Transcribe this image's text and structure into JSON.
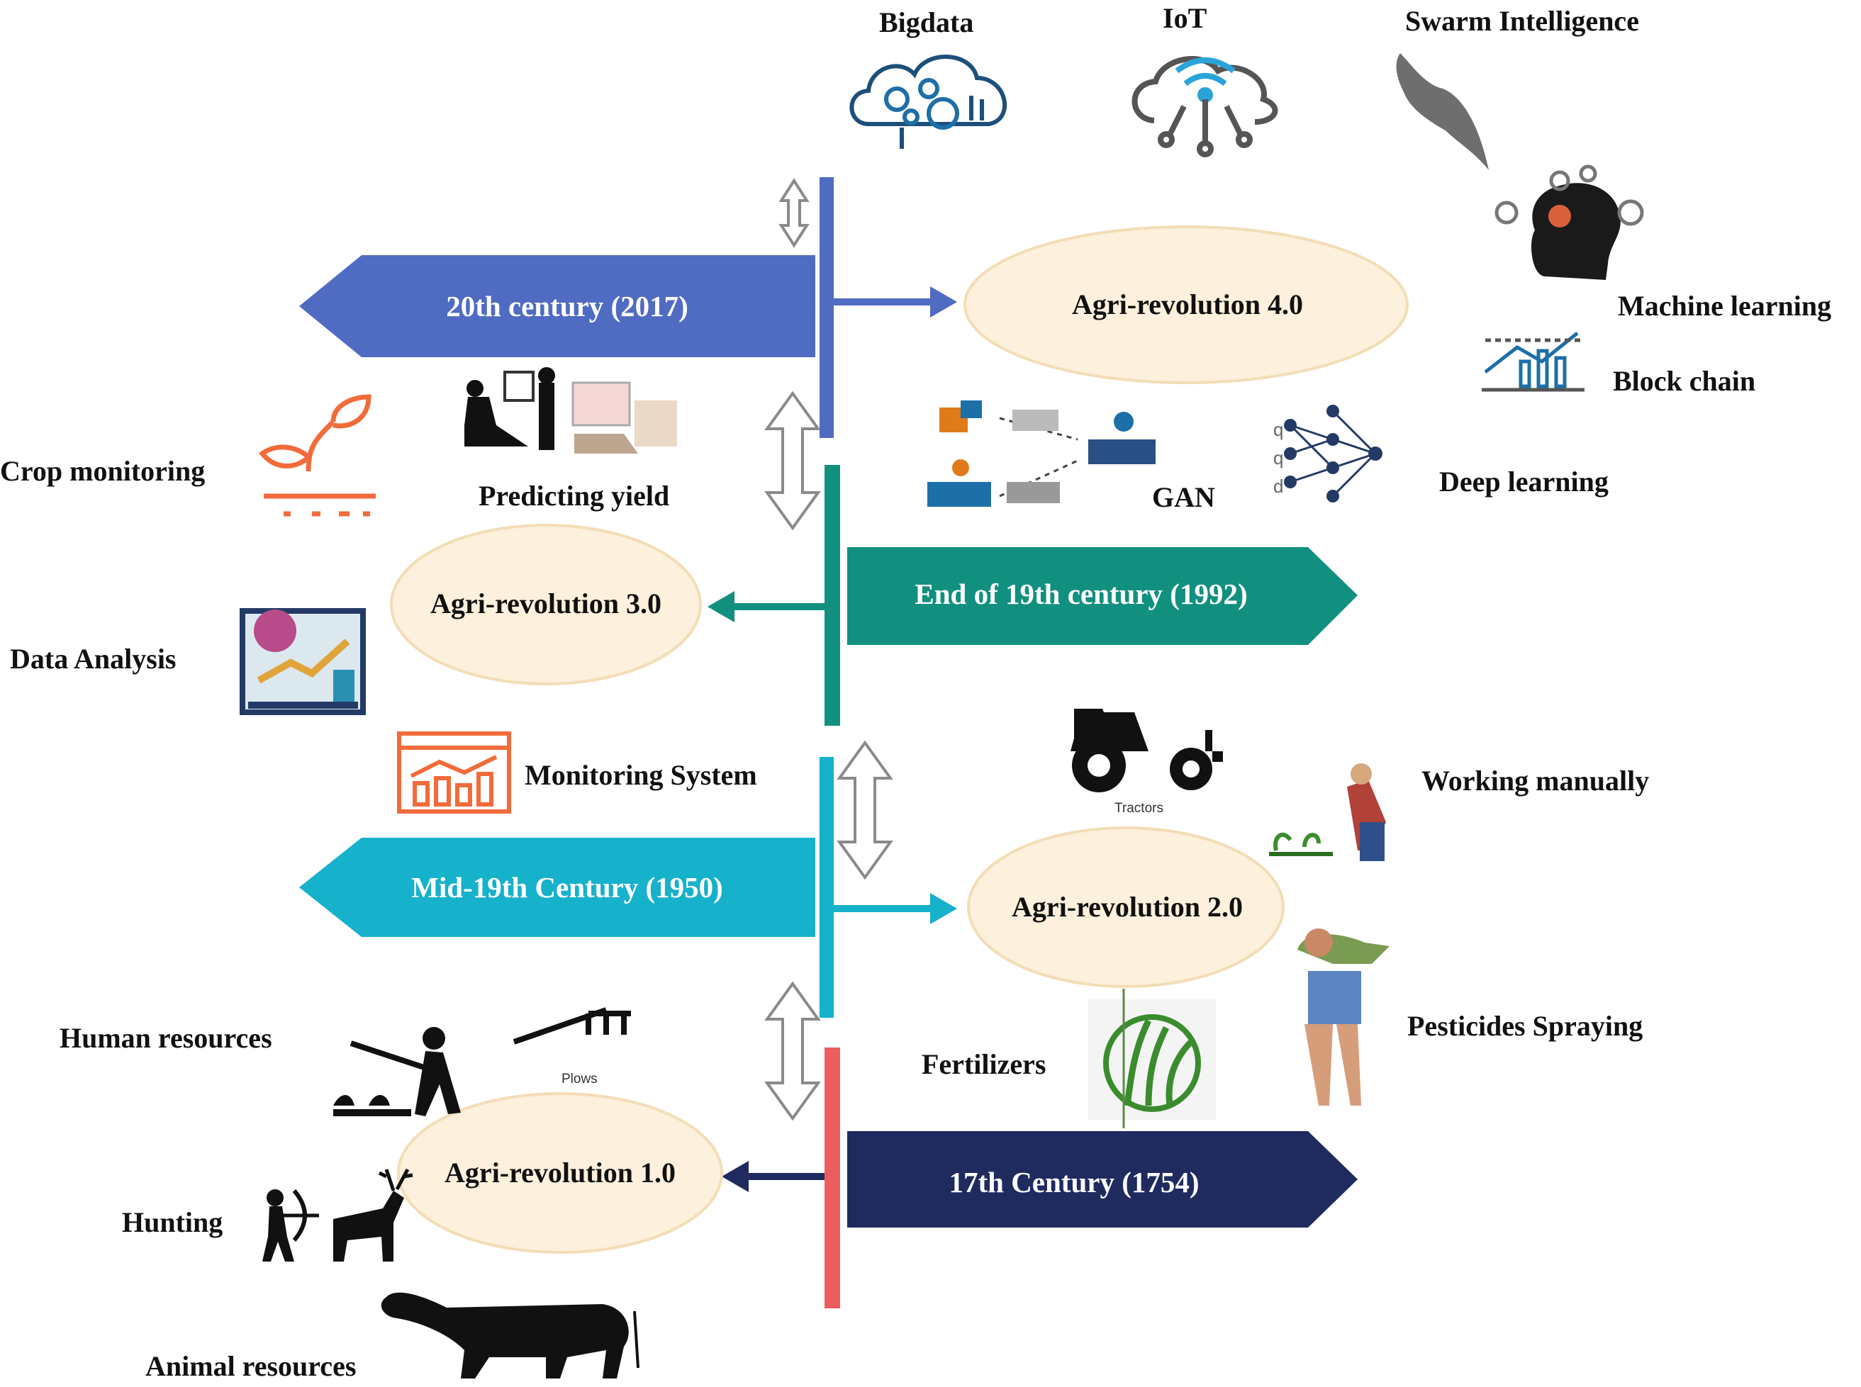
{
  "colors": {
    "era4": "#4f6bc2",
    "era3": "#11907f",
    "era2": "#16b1cb",
    "era1": "#1f2a5f",
    "era1_bar": "#ec5d5d",
    "ellipse_fill": "#fdf0dc",
    "ellipse_stroke": "#f3ddb6",
    "icon_orange": "#f26b3a",
    "icon_blue": "#1d6fa8"
  },
  "eras": {
    "era4": {
      "arrow_label": "20th century (2017)",
      "revolution": "Agri-revolution 4.0"
    },
    "era3": {
      "arrow_label": "End of 19th century (1992)",
      "revolution": "Agri-revolution 3.0"
    },
    "era2": {
      "arrow_label": "Mid-19th Century (1950)",
      "revolution": "Agri-revolution 2.0"
    },
    "era1": {
      "arrow_label": "17th Century (1754)",
      "revolution": "Agri-revolution 1.0"
    }
  },
  "technologies": {
    "bigdata": "Bigdata",
    "iot": "IoT",
    "swarm": "Swarm Intelligence",
    "machine_learning": "Machine learning",
    "block_chain": "Block chain",
    "deep_learning": "Deep learning",
    "gan": "GAN",
    "crop_monitoring": "Crop monitoring",
    "predicting_yield": "Predicting yield",
    "data_analysis": "Data Analysis",
    "monitoring_system": "Monitoring System",
    "working_manually": "Working manually",
    "pesticides_spraying": "Pesticides Spraying",
    "fertilizers": "Fertilizers",
    "tractors": "Tractors",
    "human_resources": "Human resources",
    "plows": "Plows",
    "hunting": "Hunting",
    "animal_resources": "Animal resources"
  }
}
